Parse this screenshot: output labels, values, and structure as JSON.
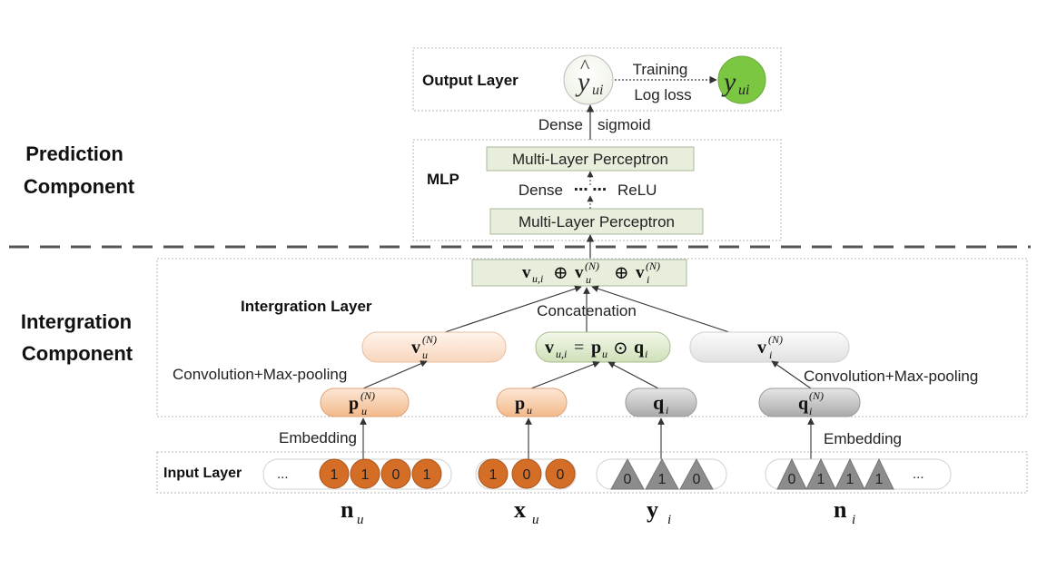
{
  "sections": {
    "prediction": [
      "Prediction",
      "Component"
    ],
    "integration": [
      "Intergration",
      "Component"
    ]
  },
  "output_layer": {
    "label": "Output Layer",
    "pred_base": "y",
    "pred_hat": "^",
    "pred_sub": "ui",
    "target_base": "y",
    "target_sub": "ui",
    "edge_top": "Training",
    "edge_bottom": "Log loss"
  },
  "dense_sigmoid": {
    "left": "Dense",
    "right": "sigmoid"
  },
  "mlp": {
    "label": "MLP",
    "top_box": "Multi-Layer Perceptron",
    "bottom_box": "Multi-Layer Perceptron",
    "mid_left": "Dense",
    "mid_dots": "⋯ ⋯",
    "mid_right": "ReLU"
  },
  "integration": {
    "label": "Intergration Layer",
    "concat_label": "Concatenation",
    "concat_box": {
      "v1": "v",
      "s1": "u,i",
      "op": "⊕",
      "v2": "v",
      "sup2": "(N)",
      "s2": "u",
      "v3": "v",
      "sup3": "(N)",
      "s3": "i"
    },
    "vu": {
      "base": "v",
      "sup": "(N)",
      "sub": "u"
    },
    "vui": {
      "base": "v",
      "sub": "u,i",
      "eq": "=",
      "p": "p",
      "psub": "u",
      "odot": "⊙",
      "q": "q",
      "qsub": "i"
    },
    "vi": {
      "base": "v",
      "sup": "(N)",
      "sub": "i"
    },
    "conv_left": "Convolution+Max-pooling",
    "conv_right": "Convolution+Max-pooling",
    "pu_n": {
      "base": "p",
      "sup": "(N)",
      "sub": "u"
    },
    "pu": {
      "base": "p",
      "sub": "u"
    },
    "qi": {
      "base": "q",
      "sub": "i"
    },
    "qi_n": {
      "base": "q",
      "sup": "(N)",
      "sub": "i"
    }
  },
  "input_layer": {
    "label": "Input Layer",
    "embedding_left": "Embedding",
    "embedding_right": "Embedding",
    "nu_prefix": "...",
    "nu_bits": [
      "1",
      "1",
      "0",
      "1"
    ],
    "xu_bits": [
      "1",
      "0",
      "0"
    ],
    "yi_bits": [
      "0",
      "1",
      "0"
    ],
    "ni_bits": [
      "0",
      "1",
      "1",
      "1"
    ],
    "ni_suffix": "..."
  },
  "inputs": {
    "nu": {
      "base": "n",
      "sub": "u"
    },
    "xu": {
      "base": "x",
      "sub": "u"
    },
    "yi": {
      "base": "y",
      "sub": "i"
    },
    "ni": {
      "base": "n",
      "sub": "i"
    }
  },
  "colors": {
    "orange_fill": "#d46e26",
    "orange_light": "#f4c7a2",
    "orange_pale": "#fbe3d3",
    "green_fill": "#79c843",
    "green_pale": "#dde9cf",
    "green_box": "#e7eedb",
    "gray_fill": "#a6a6a6",
    "gray_pale": "#eeeeee",
    "border_dash": "#9a9a9a"
  }
}
